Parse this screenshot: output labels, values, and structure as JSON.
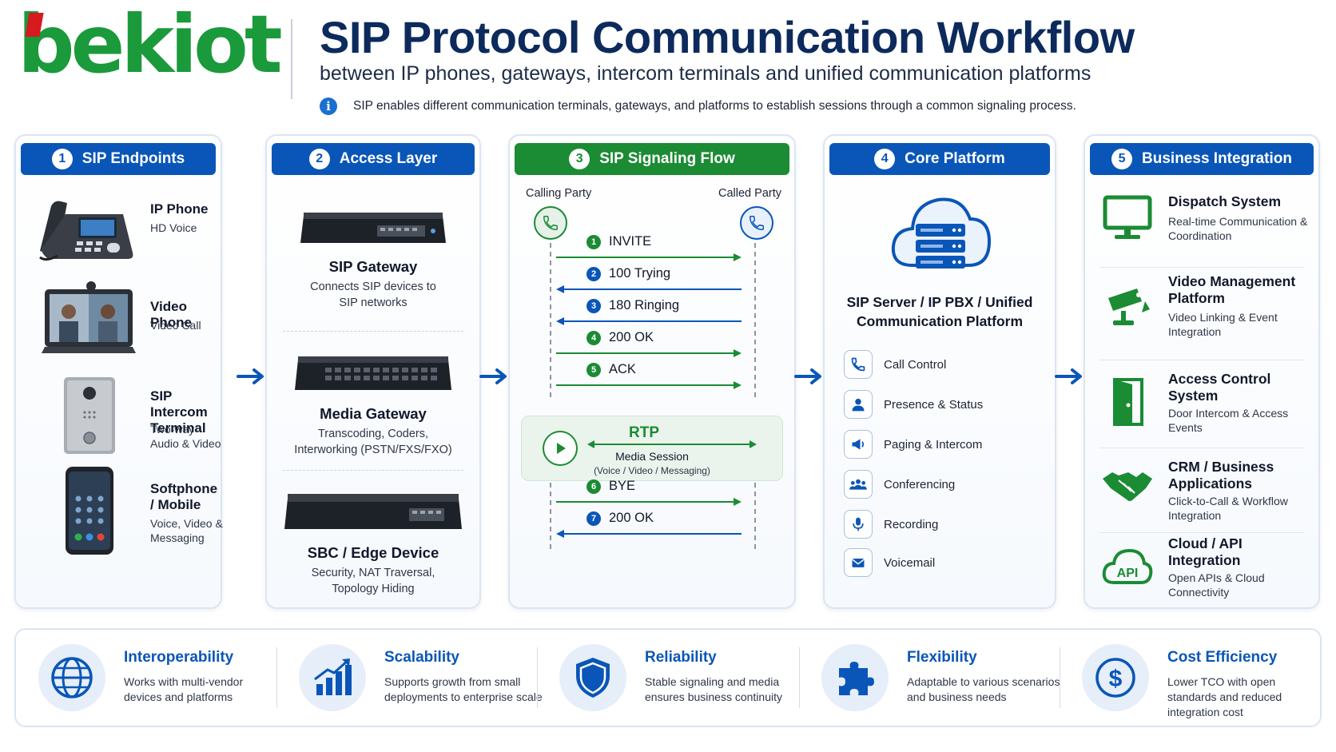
{
  "header": {
    "logo_text": "bekiot",
    "title": "SIP Protocol Communication Workflow",
    "subtitle": "between IP phones, gateways, intercom terminals and unified communication platforms",
    "info": "SIP enables different communication terminals, gateways, and platforms to establish sessions through a common signaling process."
  },
  "colors": {
    "primary_blue": "#0a56b8",
    "green": "#1b8b34",
    "title_navy": "#0c2a5c",
    "logo_green": "#1a9a3a",
    "logo_red": "#d71920"
  },
  "panels": {
    "endpoints": {
      "num": "1",
      "title": "SIP Endpoints",
      "items": [
        {
          "title": "IP Phone",
          "desc": "HD Voice",
          "icon": "desk-ip-phone"
        },
        {
          "title": "Video Phone",
          "desc": "Video Call",
          "icon": "video-phone"
        },
        {
          "title": "SIP Intercom Terminal",
          "desc": "Two-way Audio & Video",
          "icon": "door-intercom"
        },
        {
          "title": "Softphone / Mobile",
          "desc": "Voice, Video & Messaging",
          "icon": "smartphone"
        }
      ]
    },
    "access": {
      "num": "2",
      "title": "Access Layer",
      "items": [
        {
          "title": "SIP Gateway",
          "desc": "Connects SIP devices to SIP networks",
          "icon": "gateway-device"
        },
        {
          "title": "Media Gateway",
          "desc": "Transcoding, Coders, Interworking (PSTN/FXS/FXO)",
          "icon": "media-gateway-device"
        },
        {
          "title": "SBC / Edge Device",
          "desc": "Security, NAT Traversal, Topology Hiding",
          "icon": "sbc-device"
        }
      ]
    },
    "signaling": {
      "num": "3",
      "title": "SIP Signaling Flow",
      "calling_party": "Calling Party",
      "called_party": "Called Party",
      "messages": [
        {
          "num": "1",
          "label": "INVITE",
          "direction": "right"
        },
        {
          "num": "2",
          "label": "100 Trying",
          "direction": "left"
        },
        {
          "num": "3",
          "label": "180 Ringing",
          "direction": "left"
        },
        {
          "num": "4",
          "label": "200 OK",
          "direction": "right"
        },
        {
          "num": "5",
          "label": "ACK",
          "direction": "right"
        },
        {
          "num": "6",
          "label": "BYE",
          "direction": "right"
        },
        {
          "num": "7",
          "label": "200 OK",
          "direction": "left"
        }
      ],
      "rtp": {
        "title": "RTP",
        "line1": "Media Session",
        "line2": "(Voice / Video / Messaging)"
      }
    },
    "core": {
      "num": "4",
      "title": "Core Platform",
      "server_title": "SIP Server / IP PBX / Unified Communication Platform",
      "features": [
        {
          "label": "Call Control",
          "icon": "phone-icon"
        },
        {
          "label": "Presence & Status",
          "icon": "user-icon"
        },
        {
          "label": "Paging & Intercom",
          "icon": "megaphone-icon"
        },
        {
          "label": "Conferencing",
          "icon": "group-icon"
        },
        {
          "label": "Recording",
          "icon": "microphone-icon"
        },
        {
          "label": "Voicemail",
          "icon": "envelope-icon"
        }
      ]
    },
    "business": {
      "num": "5",
      "title": "Business Integration",
      "items": [
        {
          "title": "Dispatch System",
          "desc": "Real-time Communication & Coordination",
          "icon": "monitor-icon"
        },
        {
          "title": "Video Management Platform",
          "desc": "Video Linking & Event Integration",
          "icon": "cctv-icon"
        },
        {
          "title": "Access Control System",
          "desc": "Door Intercom & Access Events",
          "icon": "door-icon"
        },
        {
          "title": "CRM / Business Applications",
          "desc": "Click-to-Call & Workflow Integration",
          "icon": "handshake-icon"
        },
        {
          "title": "Cloud / API Integration",
          "desc": "Open APIs & Cloud Connectivity",
          "icon": "cloud-api-icon",
          "badge": "API"
        }
      ]
    }
  },
  "footer": [
    {
      "title": "Interoperability",
      "desc": "Works with multi-vendor devices and platforms",
      "icon": "globe-icon"
    },
    {
      "title": "Scalability",
      "desc": "Supports growth from small deployments to enterprise scale",
      "icon": "growth-chart-icon"
    },
    {
      "title": "Reliability",
      "desc": "Stable signaling and media ensures business continuity",
      "icon": "shield-icon"
    },
    {
      "title": "Flexibility",
      "desc": "Adaptable to various scenarios and business needs",
      "icon": "puzzle-icon"
    },
    {
      "title": "Cost Efficiency",
      "desc": "Lower TCO with open standards and reduced integration cost",
      "icon": "dollar-icon"
    }
  ]
}
